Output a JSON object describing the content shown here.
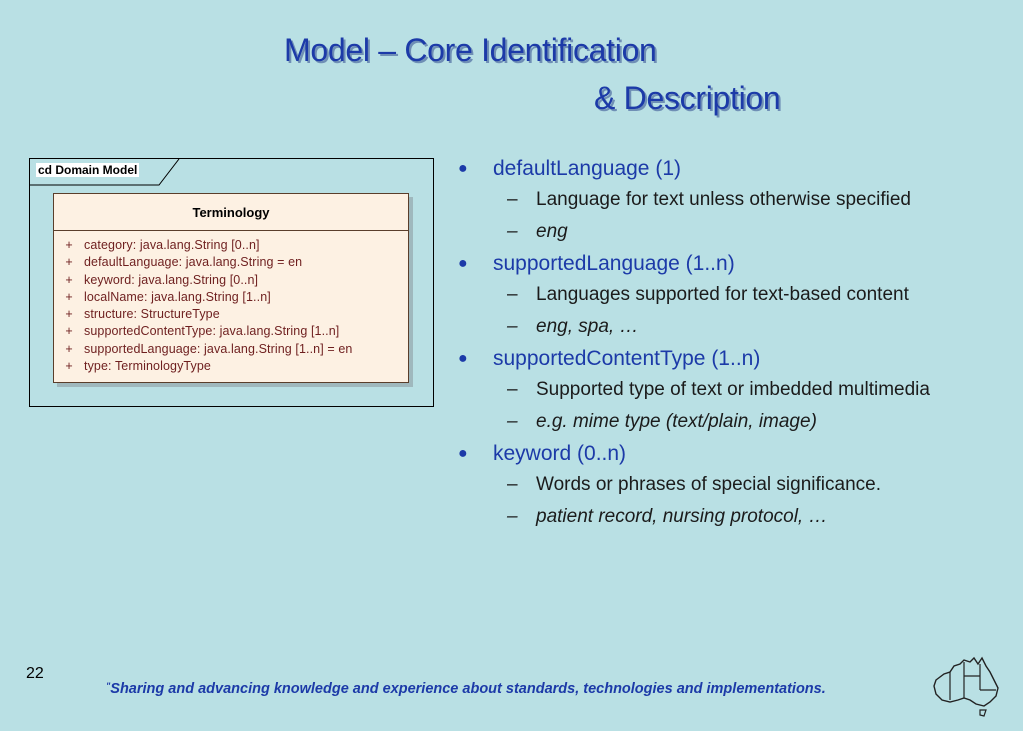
{
  "title": {
    "line1": "Model – Core Identification",
    "line2": "& Description"
  },
  "diagram": {
    "frame_label": "cd Domain Model",
    "class_name": "Terminology",
    "attributes": [
      {
        "vis": "+",
        "text": "category:  java.lang.String [0..n]"
      },
      {
        "vis": "+",
        "text": "defaultLanguage:  java.lang.String = en"
      },
      {
        "vis": "+",
        "text": "keyword:  java.lang.String [0..n]"
      },
      {
        "vis": "+",
        "text": "localName:  java.lang.String [1..n]"
      },
      {
        "vis": "+",
        "text": "structure:  StructureType"
      },
      {
        "vis": "+",
        "text": "supportedContentType:  java.lang.String [1..n]"
      },
      {
        "vis": "+",
        "text": "supportedLanguage:  java.lang.String [1..n] = en"
      },
      {
        "vis": "+",
        "text": "type:  TerminologyType"
      }
    ]
  },
  "bullets": [
    {
      "label": "defaultLanguage (1)",
      "desc": "Language for text unless otherwise specified",
      "example": "eng"
    },
    {
      "label": "supportedLanguage (1..n)",
      "desc": "Languages supported for text-based content",
      "example": "eng, spa, …"
    },
    {
      "label": "supportedContentType (1..n)",
      "desc": "Supported type of text or imbedded multimedia",
      "example": "e.g. mime type (text/plain, image)"
    },
    {
      "label": "keyword (0..n)",
      "desc": "Words or phrases of special significance.",
      "example": "patient record, nursing protocol, …"
    }
  ],
  "bullet_glyph": "●",
  "dash_glyph": "–",
  "page_number": "22",
  "footer": {
    "quote_mark": "\"",
    "text": "Sharing and advancing knowledge and experience about standards, technologies and implementations."
  },
  "colors": {
    "background": "#b9e0e4",
    "accent": "#1c3aa8",
    "class_fill": "#fdf1e3",
    "attr_text": "#6e1f1f"
  },
  "icons": {
    "logo": "australia-map-icon"
  }
}
